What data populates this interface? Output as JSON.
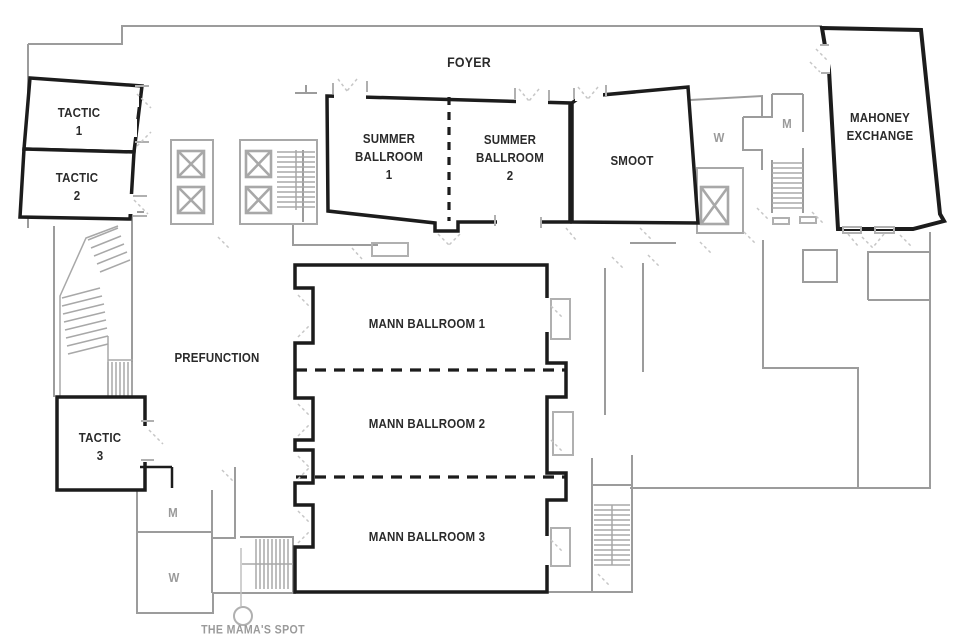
{
  "colors": {
    "wall_black": "#1c1c1c",
    "wall_gray": "#9c9c9c",
    "stair_gray": "#a8a8a8",
    "door_swing_gray": "#c6c6c6",
    "label_black": "#2a2a2a",
    "label_gray": "#9a9a9a"
  },
  "areas": {
    "foyer": {
      "label": "FOYER"
    },
    "tactic_1": {
      "label": "TACTIC\n1"
    },
    "tactic_2": {
      "label": "TACTIC\n2"
    },
    "tactic_3": {
      "label": "TACTIC\n3"
    },
    "summer_ballroom_1": {
      "label": "SUMMER\nBALLROOM\n1"
    },
    "summer_ballroom_2": {
      "label": "SUMMER\nBALLROOM\n2"
    },
    "smoot": {
      "label": "SMOOT"
    },
    "mahoney_exchange": {
      "label": "MAHONEY\nEXCHANGE"
    },
    "mann_ballroom_1": {
      "label": "MANN BALLROOM 1"
    },
    "mann_ballroom_2": {
      "label": "MANN BALLROOM 2"
    },
    "mann_ballroom_3": {
      "label": "MANN BALLROOM 3"
    },
    "prefunction": {
      "label": "PREFUNCTION"
    },
    "restroom_w_upper": {
      "label": "W"
    },
    "restroom_m_upper": {
      "label": "M"
    },
    "restroom_m_lower": {
      "label": "M"
    },
    "restroom_w_lower": {
      "label": "W"
    },
    "the_mamas_spot": {
      "label": "THE MAMA'S SPOT"
    }
  }
}
